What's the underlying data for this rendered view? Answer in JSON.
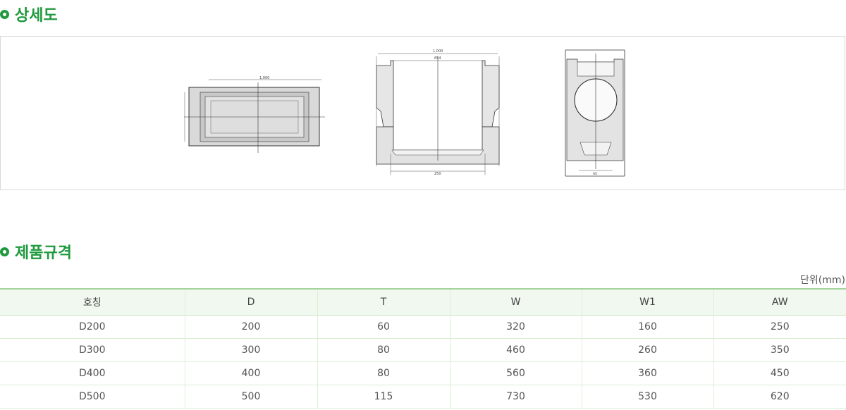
{
  "section1": {
    "title": "상세도"
  },
  "drawings": {
    "plan_dim": "1,000",
    "front_top_dim1": "1,000",
    "front_top_dim2": "654",
    "front_bottom_dim": "250",
    "side_bottom_dim": "W1"
  },
  "section2": {
    "title": "제품규격"
  },
  "unit_label": "단위(mm)",
  "table": {
    "headers": [
      "호칭",
      "D",
      "T",
      "W",
      "W1",
      "AW"
    ],
    "rows": [
      [
        "D200",
        "200",
        "60",
        "320",
        "160",
        "250"
      ],
      [
        "D300",
        "300",
        "80",
        "460",
        "260",
        "350"
      ],
      [
        "D400",
        "400",
        "80",
        "560",
        "360",
        "450"
      ],
      [
        "D500",
        "500",
        "115",
        "730",
        "530",
        "620"
      ]
    ]
  }
}
